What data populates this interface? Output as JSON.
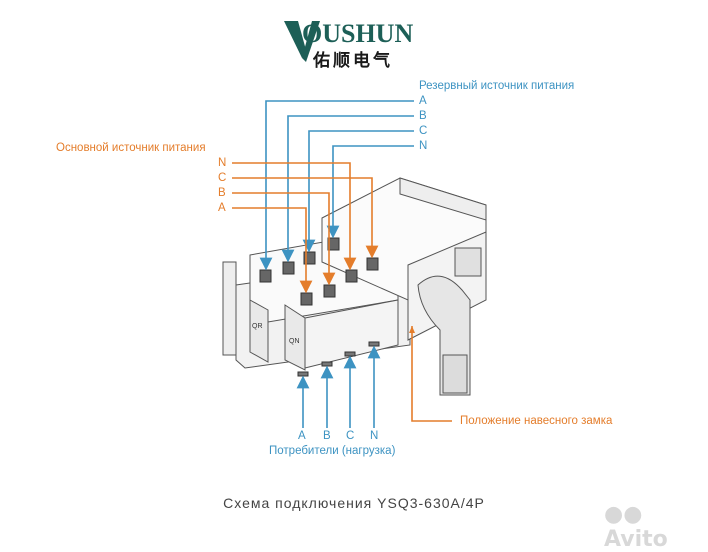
{
  "logo": {
    "brand": "OUSHUN",
    "chinese": "佑顺电气"
  },
  "reserve": {
    "title": "Резервный источник питания",
    "phases": [
      "A",
      "B",
      "C",
      "N"
    ]
  },
  "main": {
    "title": "Основной источник питания",
    "phases": [
      "N",
      "C",
      "B",
      "A"
    ]
  },
  "load": {
    "title": "Потребители (нагрузка)",
    "phases": [
      "A",
      "B",
      "C",
      "N"
    ]
  },
  "lock": {
    "label": "Положение навесного замка"
  },
  "caption": "Схема подключения YSQ3-630A/4P",
  "watermark": "Avito",
  "colors": {
    "blue": "#3d93c2",
    "orange": "#e47d2b"
  }
}
